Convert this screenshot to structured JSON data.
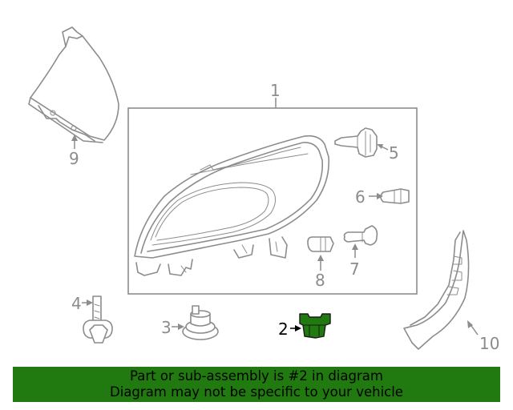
{
  "callouts": [
    {
      "id": "1",
      "label": "1"
    },
    {
      "id": "2",
      "label": "2"
    },
    {
      "id": "3",
      "label": "3"
    },
    {
      "id": "4",
      "label": "4"
    },
    {
      "id": "5",
      "label": "5"
    },
    {
      "id": "6",
      "label": "6"
    },
    {
      "id": "7",
      "label": "7"
    },
    {
      "id": "8",
      "label": "8"
    },
    {
      "id": "9",
      "label": "9"
    },
    {
      "id": "10",
      "label": "10"
    }
  ],
  "highlighted_part": "2",
  "highlight_color": "#217a0f",
  "banner": {
    "line1": "Part or sub-assembly is #2 in diagram",
    "line2": "Diagram may not be specific to your vehicle",
    "background": "#217a0f"
  }
}
